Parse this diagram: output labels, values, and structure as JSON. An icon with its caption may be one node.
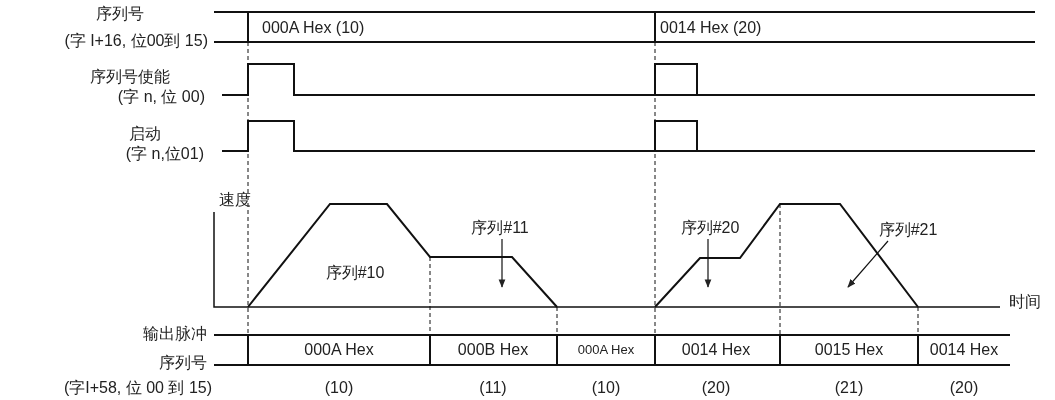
{
  "diagram": {
    "nodes": [
      {
        "text": [
          "序列#11"
        ]
      },
      {
        "text": [
          "序列#20"
        ]
      },
      {
        "text": [
          "序列#21"
        ]
      }
    ],
    "edges": [
      {
        "from": 0,
        "to": null,
        "arrow": "to"
      },
      {
        "from": 1,
        "to": null,
        "arrow": "to"
      },
      {
        "from": 2,
        "to": null,
        "arrow": "to"
      }
    ],
    "labels": [
      "序列号",
      "(字 I+16, 位00到 15)",
      "000A Hex (10)",
      "0014 Hex (20)",
      "序列号使能",
      "(字 n, 位 00)",
      "启动",
      "(字 n,位01)",
      "速度",
      "序列#10",
      "时间",
      "输出脉冲",
      "000A Hex",
      "000B Hex",
      "000A Hex",
      "0014 Hex",
      "0015 Hex",
      "0014 Hex",
      "序列号",
      "(字I+58, 位 00 到 15)",
      "(10)",
      "(11)",
      "(10)",
      "(20)",
      "(21)",
      "(20)"
    ]
  }
}
